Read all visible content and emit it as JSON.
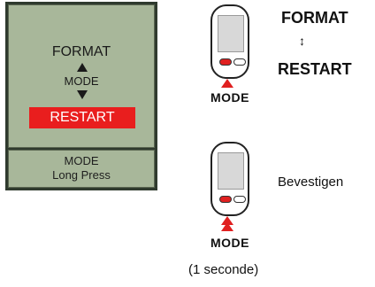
{
  "screen": {
    "format_label": "FORMAT",
    "mode_label": "MODE",
    "restart_label": "RESTART",
    "footer_line1": "MODE",
    "footer_line2": "Long Press"
  },
  "step1": {
    "button_label": "MODE",
    "title_top": "FORMAT",
    "toggle_symbol": "↕",
    "title_bottom": "RESTART"
  },
  "step2": {
    "button_label": "MODE",
    "action_label": "Bevestigen",
    "duration_label": "(1 seconde)"
  },
  "colors": {
    "lcd_bg": "#a8b79a",
    "frame": "#2f3a2e",
    "accent_red": "#e91e1e"
  }
}
